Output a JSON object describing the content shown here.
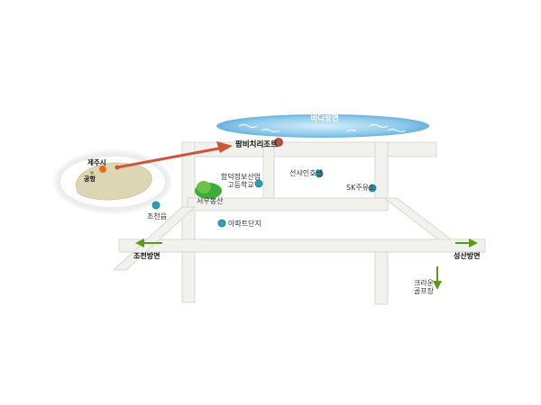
{
  "sea": {
    "label": "바다방면",
    "fill": "#7fc0e6"
  },
  "resort": {
    "label": "팜비치리조트",
    "marker_color": "#b8513a"
  },
  "jeju_inset": {
    "city": "제주시",
    "airport": "공항",
    "island_color": "#ddd6b4",
    "city_marker_color": "#f06a10",
    "arrow_color": "#c9573a"
  },
  "landmarks": [
    {
      "id": "hambeok",
      "label_lines": [
        "함덕정보산업",
        "고등학교"
      ]
    },
    {
      "id": "seonsahoetel",
      "label": "선샤인호텔"
    },
    {
      "id": "sk",
      "label": "SK주유소"
    },
    {
      "id": "jocheon",
      "label": "조천읍"
    },
    {
      "id": "apartment",
      "label": "아파트단지"
    },
    {
      "id": "seoudong",
      "label": "서우봉산"
    }
  ],
  "directions": {
    "west": {
      "label": "조천방면"
    },
    "east": {
      "label": "성산방면"
    },
    "south": {
      "label_lines": [
        "크라운",
        "골프장"
      ]
    }
  },
  "colors": {
    "road": "#f1f1ee",
    "road_edge": "#d7d7d2",
    "poi": "#2b9fb3",
    "direction_arrow": "#5c9a1c",
    "hill": "#3cab38"
  }
}
